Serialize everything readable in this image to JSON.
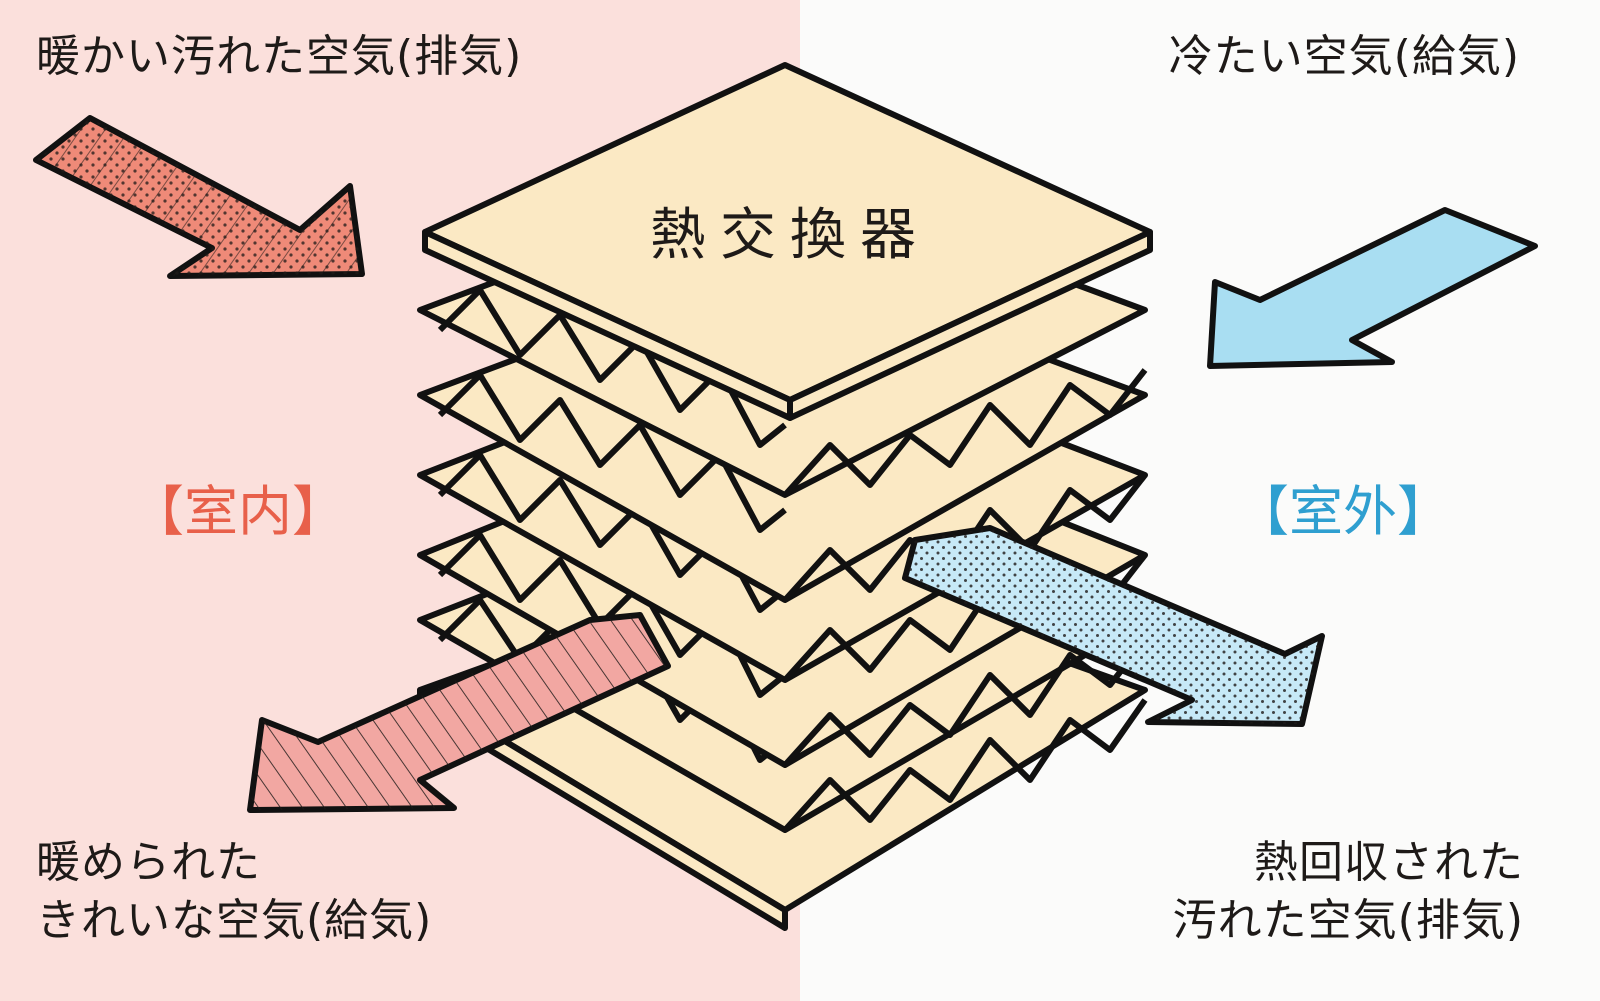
{
  "title": "熱交換器",
  "zones": {
    "indoor": {
      "label": "【室内】",
      "color": "#e8604a",
      "bg": "#fbe0dc"
    },
    "outdoor": {
      "label": "【室外】",
      "color": "#2f9fd0",
      "bg": "#fbfbfa"
    }
  },
  "flows": {
    "warm_exhaust_in": {
      "lines": [
        "暖かい汚れた空気(排気)"
      ],
      "color": "#ef8a78"
    },
    "warmed_supply_out": {
      "lines": [
        "暖められた",
        "きれいな空気(給気)"
      ],
      "color": "#f2a7a2"
    },
    "cold_supply_in": {
      "lines": [
        "冷たい空気(給気)"
      ],
      "color": "#a9def2"
    },
    "recovered_exhaust_out": {
      "lines": [
        "熱回収された",
        "汚れた空気(排気)"
      ],
      "color": "#c7e9f7"
    }
  },
  "exchanger": {
    "plate_color": "#fbe9c4",
    "outline_color": "#111111",
    "layers": 6
  }
}
